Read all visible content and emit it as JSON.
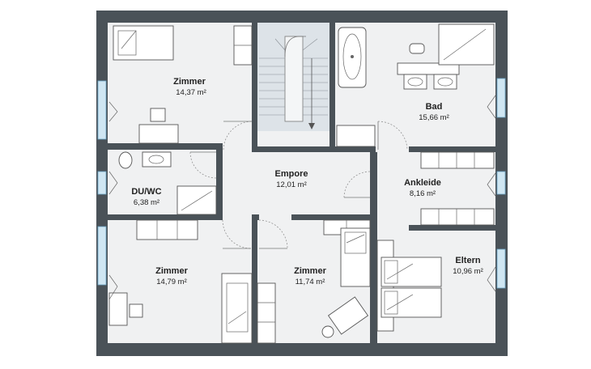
{
  "plan": {
    "colors": {
      "wall": "#4a5258",
      "floor": "#f0f1f2",
      "window": "#cfe6f2",
      "stair": "#dde3e8"
    },
    "rooms": [
      {
        "name": "Zimmer",
        "area": "14,37 m²"
      },
      {
        "name": "Bad",
        "area": "15,66 m²"
      },
      {
        "name": "Empore",
        "area": "12,01 m²"
      },
      {
        "name": "DU/WC",
        "area": "6,38 m²"
      },
      {
        "name": "Ankleide",
        "area": "8,16 m²"
      },
      {
        "name": "Zimmer",
        "area": "14,79 m²"
      },
      {
        "name": "Zimmer",
        "area": "11,74 m²"
      },
      {
        "name": "Eltern",
        "area": "10,96 m²"
      }
    ]
  }
}
